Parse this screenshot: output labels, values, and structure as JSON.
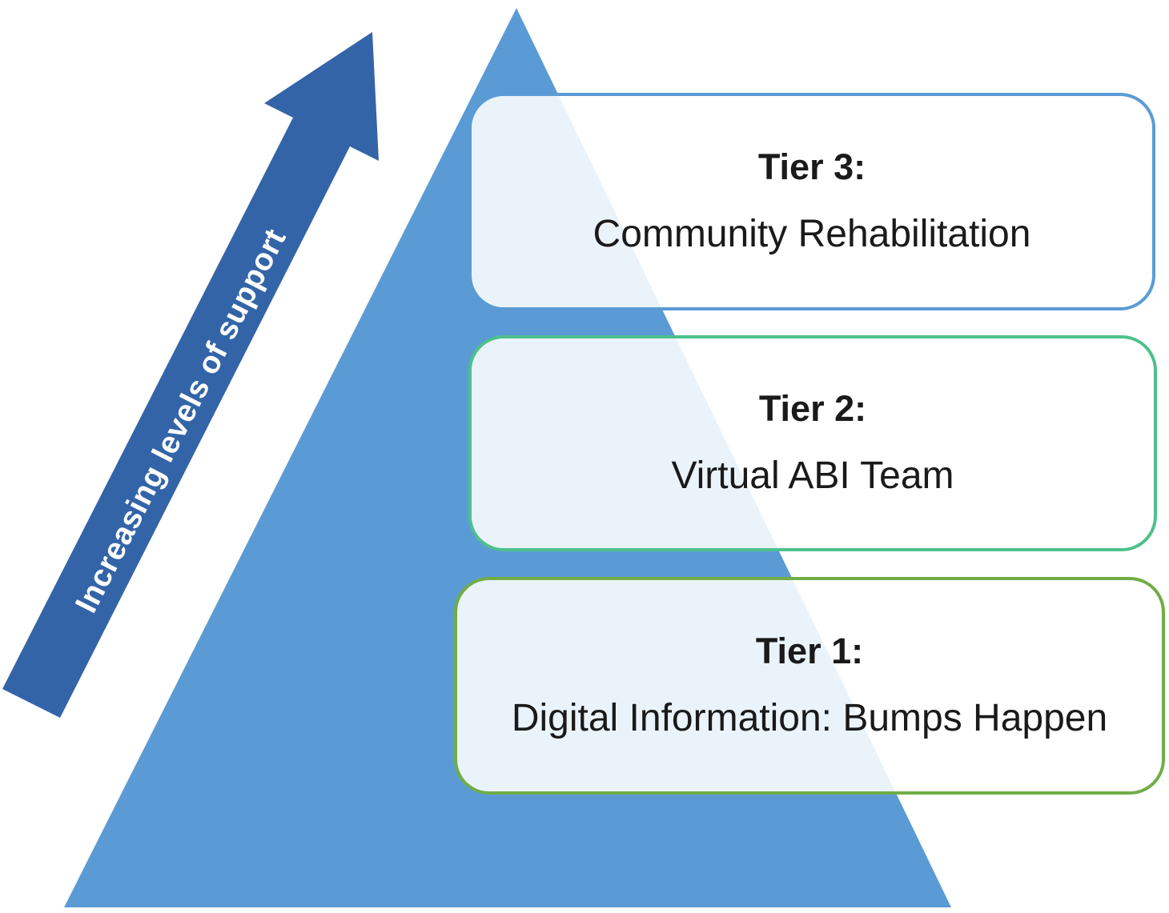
{
  "diagram": {
    "arrow": {
      "label": "Increasing levels of support",
      "color": "#3464a8",
      "label_color": "#ffffff"
    },
    "pyramid": {
      "color": "#5b9bd5"
    },
    "tiers": [
      {
        "title": "Tier 3:",
        "subtitle": "Community Rehabilitation",
        "border_color": "#5b9bd5"
      },
      {
        "title": "Tier 2:",
        "subtitle": "Virtual ABI Team",
        "border_color": "#4ec08c"
      },
      {
        "title": "Tier 1:",
        "subtitle": "Digital Information: Bumps Happen",
        "border_color": "#70ad47"
      }
    ],
    "colors": {
      "box_fill": "rgba(255,255,255,0.88)",
      "text": "#1a1a1a"
    }
  }
}
